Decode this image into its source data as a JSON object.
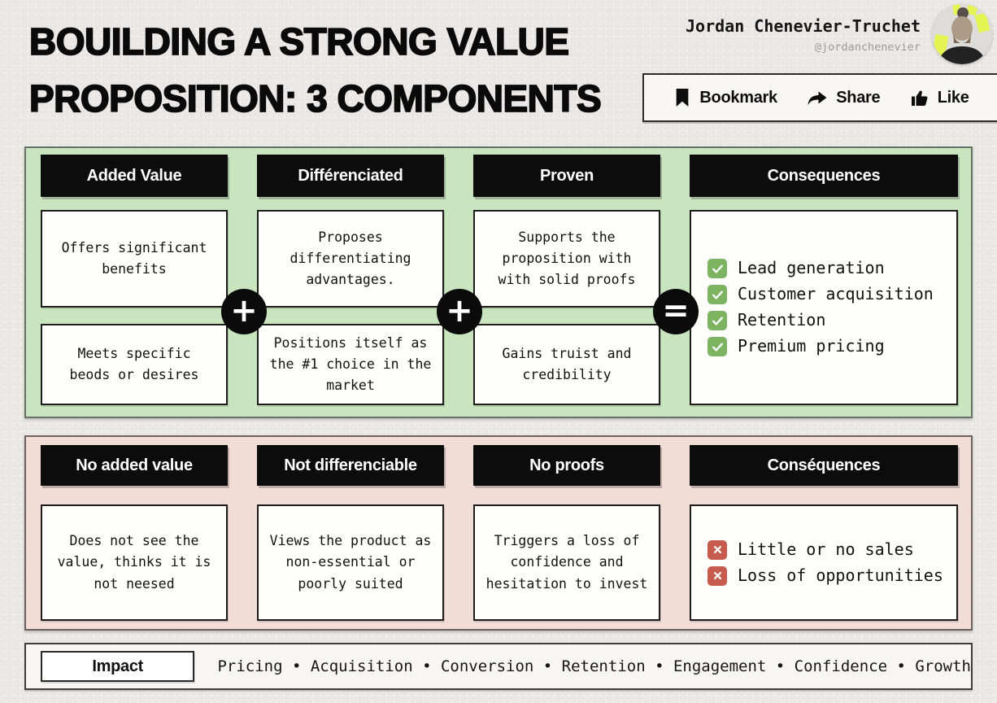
{
  "header": {
    "title_line1": "BOUILDING A STRONG VALUE",
    "title_line2": "PROPOSITION: 3 COMPONENTS",
    "author": {
      "name": "Jordan Chenevier-Truchet",
      "handle": "@jordanchenevier"
    },
    "actions": [
      {
        "label": "Bookmark",
        "icon": "bookmark-icon"
      },
      {
        "label": "Share",
        "icon": "share-icon"
      },
      {
        "label": "Like",
        "icon": "thumbs-up-icon"
      }
    ]
  },
  "positive_panel": {
    "operators": [
      "+",
      "+",
      "="
    ],
    "columns": [
      {
        "header": "Added Value",
        "boxes": [
          "Offers significant\nbenefits",
          "Meets specific\nbeods or desires"
        ]
      },
      {
        "header": "Différenciated",
        "boxes": [
          "Proposes\ndifferentiating\nadvantages.",
          "Positions itself as\nthe #1 choice in the\nmarket"
        ]
      },
      {
        "header": "Proven",
        "boxes": [
          "Supports the\nproposition with\nwith solid proofs",
          "Gains truist and\ncredibility"
        ]
      },
      {
        "header": "Consequences",
        "checklist": [
          "Lead generation",
          "Customer acquisition",
          "Retention",
          "Premium pricing"
        ]
      }
    ]
  },
  "negative_panel": {
    "columns": [
      {
        "header": "No added value",
        "box": "Does not see the\nvalue, thinks it is\nnot neesed"
      },
      {
        "header": "Not differenciable",
        "box": "Views the product as\nnon-essential or\npoorly suited"
      },
      {
        "header": "No proofs",
        "box": "Triggers a loss of\nconfidence and\nhesitation to invest"
      },
      {
        "header": "Conséquences",
        "xlist": [
          "Little or no sales",
          "Loss of opportunities"
        ]
      }
    ]
  },
  "impact_bar": {
    "label": "Impact",
    "items_text": "Pricing • Acquisition • Conversion • Retention • Engagement • Confidence • Growth"
  },
  "icons": {
    "bookmark": "bookmark-icon",
    "share": "share-icon",
    "like": "thumbs-up-icon",
    "check": "checkmark-icon",
    "cross": "x-icon",
    "plus": "plus-icon",
    "equals": "equals-icon"
  },
  "colors": {
    "positive_bg": "#c9e5c0",
    "negative_bg": "#f2dcd6",
    "check_green": "#7db462",
    "cross_red": "#c75b4d",
    "accent_neon": "#e4f453",
    "header_black": "#0c0c0c"
  }
}
